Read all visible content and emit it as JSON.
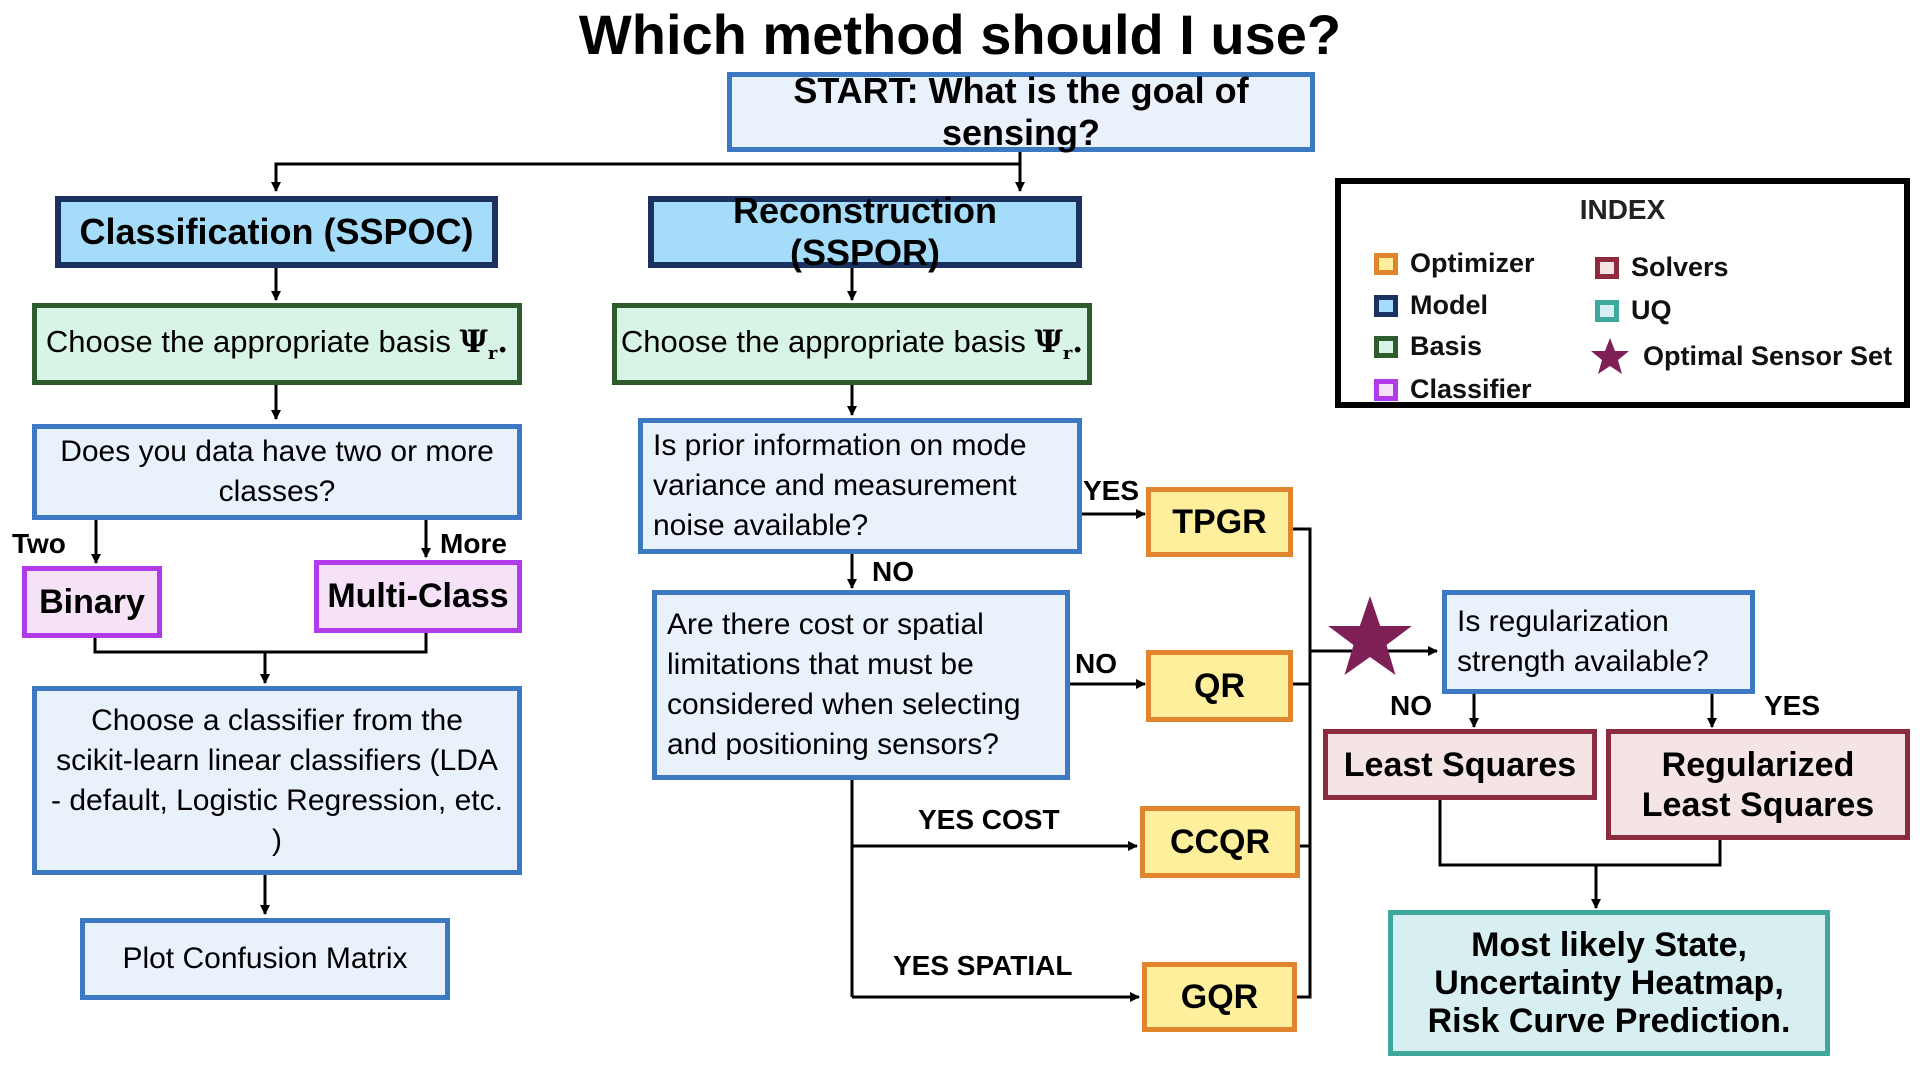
{
  "title": "Which method should I use?",
  "start": "START: What is the goal of sensing?",
  "classification": {
    "header": "Classification (SSPOC)",
    "basis_prefix": "Choose the appropriate basis",
    "basis_symbol": "Ψ",
    "basis_sub": "r",
    "question": "Does you data have two or more classes?",
    "label_two": "Two",
    "label_more": "More",
    "binary": "Binary",
    "multiclass": "Multi-Class",
    "choose_classifier": "Choose a classifier from the scikit-learn linear classifiers (LDA - default, Logistic Regression, etc. )",
    "confusion": "Plot Confusion Matrix"
  },
  "reconstruction": {
    "header": "Reconstruction (SSPOR)",
    "basis_prefix": "Choose the appropriate basis",
    "basis_symbol": "Ψ",
    "basis_sub": "r",
    "prior_question": "Is prior information on mode variance and measurement noise available?",
    "label_yes": "YES",
    "label_no": "NO",
    "cost_question": "Are there cost or spatial limitations that must be considered when selecting and positioning sensors?",
    "label_no2": "NO",
    "label_yes_cost": "YES COST",
    "label_yes_spatial": "YES  SPATIAL",
    "tpgr": "TPGR",
    "qr": "QR",
    "ccqr": "CCQR",
    "gqr": "GQR",
    "reg_question": "Is regularization strength available?",
    "label_reg_no": "NO",
    "label_reg_yes": "YES",
    "least_squares": "Least Squares",
    "regularized": "Regularized Least Squares",
    "result": "Most likely State, Uncertainty Heatmap, Risk Curve Prediction."
  },
  "index": {
    "title": "INDEX",
    "items": [
      {
        "label": "Optimizer",
        "color": "#e0852e",
        "fill": "#fdef9b"
      },
      {
        "label": "Model",
        "color": "#1b3260",
        "fill": "#a5dcfa"
      },
      {
        "label": "Basis",
        "color": "#2f5c2c",
        "fill": "#d8f4e6"
      },
      {
        "label": "Classifier",
        "color": "#b13be8",
        "fill": "#f6e2f6"
      },
      {
        "label": "Solvers",
        "color": "#8c2a3f",
        "fill": "#f4e4e4"
      },
      {
        "label": "UQ",
        "color": "#3fa89d",
        "fill": "#d7eff0"
      },
      {
        "label": "Optimal Sensor Set",
        "color": "#7e1f56"
      }
    ]
  },
  "colors": {
    "star": "#7e1f56",
    "line": "#000000"
  }
}
